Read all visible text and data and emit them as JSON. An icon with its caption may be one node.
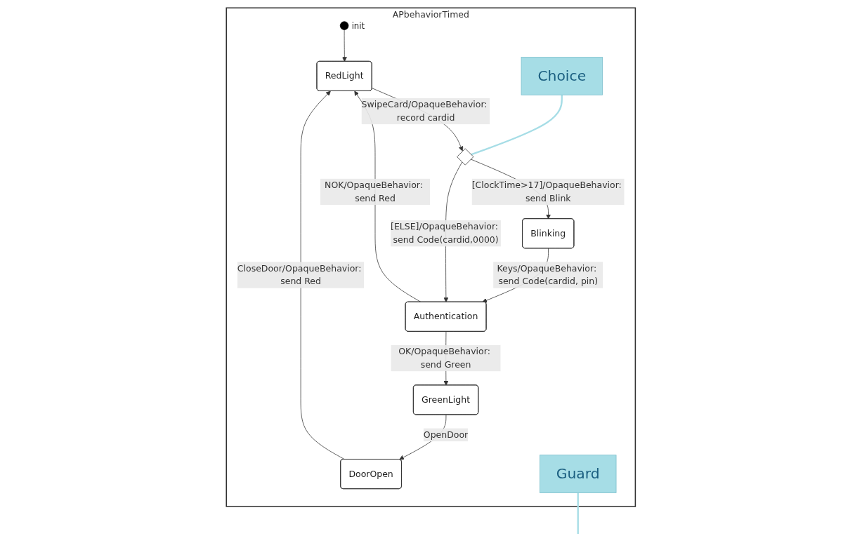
{
  "diagram": {
    "nodes": [
      {
        "text": [
          "APbehaviorTimed"
        ]
      },
      {
        "text": [],
        "shape": "circle",
        "beside": [
          "init"
        ],
        "in": 0
      },
      {
        "text": [
          "DoorOpen"
        ],
        "in": 0
      },
      {
        "text": [
          "RedLight"
        ],
        "in": 0
      },
      {
        "text": [
          "GreenLight"
        ],
        "in": 0
      },
      {
        "text": [
          "Guard"
        ],
        "in": 0
      },
      {
        "text": [],
        "shape": "diamond",
        "in": 0
      },
      {
        "text": [
          "Blinking"
        ],
        "in": 0
      },
      {
        "text": [
          "Choice"
        ],
        "in": 0
      },
      {
        "text": [
          "Authentication"
        ],
        "in": 0
      }
    ],
    "edges": [
      {
        "from": 1,
        "to": 3,
        "arrow": "to"
      },
      {
        "from": 2,
        "to": 3,
        "arrow": "to",
        "label": "CloseDoor/OpaqueBehavior: send Red"
      },
      {
        "from": 4,
        "to": 2,
        "arrow": "to",
        "label": "OpenDoor"
      },
      {
        "from": 3,
        "to": 6,
        "arrow": "to",
        "label": "SwipeCard/OpaqueBehavior: record cardid"
      },
      {
        "from": 6,
        "to": 7,
        "arrow": "to",
        "label": "[ClockTime>17]/OpaqueBehavior: send Blink"
      },
      {
        "from": 6,
        "to": 9,
        "arrow": "to",
        "label": "[ELSE]/OpaqueBehavior: send Code(cardid,0000)"
      },
      {
        "from": 7,
        "to": 9,
        "arrow": "to",
        "label": "Keys/OpaqueBehavior: send Code(cardid, pin)"
      },
      {
        "from": 9,
        "to": 3,
        "arrow": "to",
        "label": "NOK/OpaqueBehavior: send Red"
      },
      {
        "from": 9,
        "to": 4,
        "arrow": "to",
        "label": "OK/OpaqueBehavior: send Green"
      },
      {
        "from": 5,
        "to": null,
        "arrow": "none",
        "color": "#a6dde6"
      },
      {
        "from": 8,
        "to": 6,
        "arrow": "none",
        "color": "#a6dde6"
      }
    ]
  }
}
